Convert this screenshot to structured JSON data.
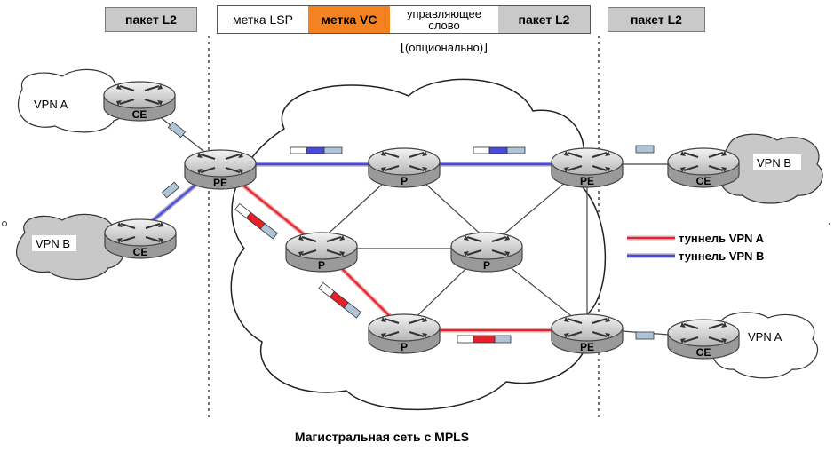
{
  "header": {
    "left_packet": "пакет L2",
    "right_packet": "пакет L2",
    "frame": {
      "lsp_label": "метка LSP",
      "vc_label": "метка VC",
      "control_word": "управляющее слово",
      "packet": "пакет L2"
    },
    "optional": "⌊(опционально)⌋"
  },
  "sites": {
    "vpn_a_left": "VPN A",
    "vpn_b_left": "VPN B",
    "vpn_b_right": "VPN B",
    "vpn_a_right": "VPN A"
  },
  "routers": {
    "ce": "CE",
    "pe": "PE",
    "p": "P"
  },
  "legend": {
    "tunnel_a": "туннель VPN A",
    "tunnel_b": "туннель VPN B"
  },
  "colors": {
    "vc_label": "#f58220",
    "tunnel_a": "#e8202a",
    "tunnel_b": "#4a4adf",
    "cloud_gray": "#c8c8c8"
  },
  "caption": "Магистральная сеть с MPLS"
}
